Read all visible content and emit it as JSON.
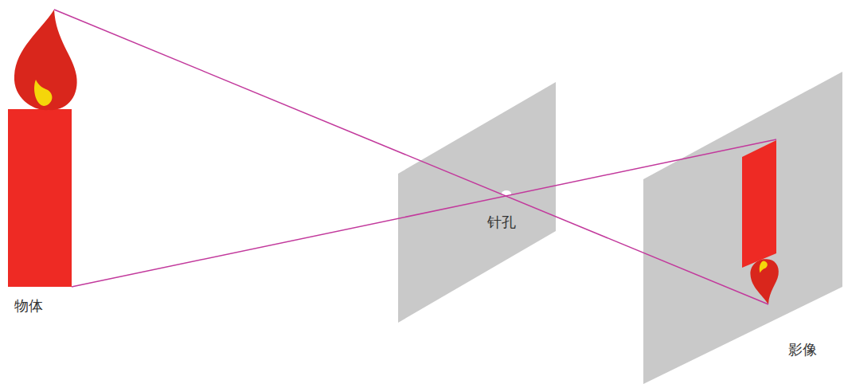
{
  "diagram": {
    "labels": [
      "物体",
      "针孔",
      "影像"
    ]
  }
}
